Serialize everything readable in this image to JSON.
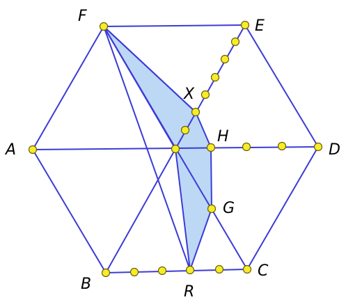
{
  "figure": {
    "vertex_labels": {
      "F": "F",
      "E": "E",
      "A": "A",
      "D": "D",
      "B": "B",
      "C": "C",
      "X": "X",
      "H": "H",
      "G": "G",
      "R": "R"
    },
    "colors": {
      "line": "#3b3bd6",
      "shaded_region": "#bcd8f5",
      "point_fill": "#f7ec2a",
      "point_stroke": "#6b6000",
      "label": "#000000"
    }
  }
}
